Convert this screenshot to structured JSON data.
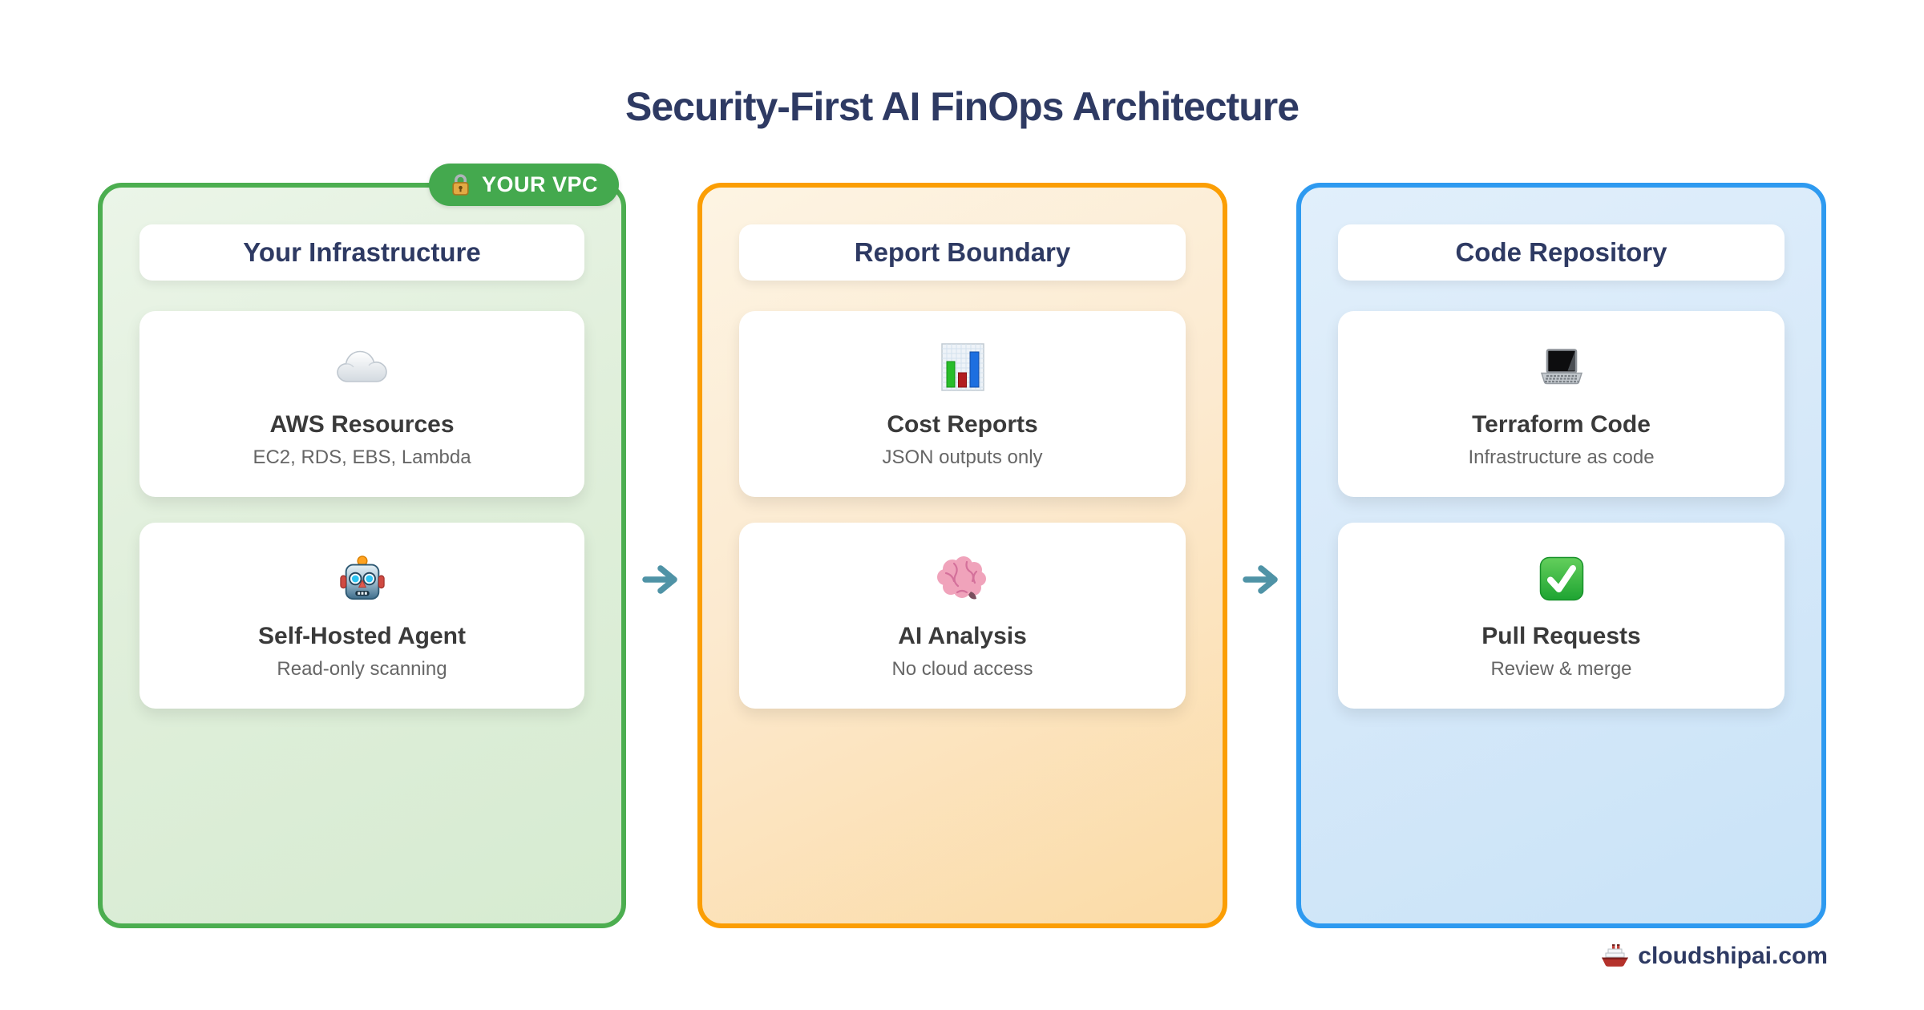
{
  "title": "Security-First AI FinOps Architecture",
  "badge": {
    "label": "YOUR VPC",
    "icon": "lock-icon",
    "color": "#44a94e"
  },
  "columns": [
    {
      "header": "Your Infrastructure",
      "accent": "#4cae50",
      "cards": [
        {
          "icon": "cloud-icon",
          "title": "AWS Resources",
          "subtitle": "EC2, RDS, EBS, Lambda"
        },
        {
          "icon": "robot-icon",
          "title": "Self-Hosted Agent",
          "subtitle": "Read-only scanning"
        }
      ]
    },
    {
      "header": "Report Boundary",
      "accent": "#fb9e04",
      "cards": [
        {
          "icon": "bar-chart-icon",
          "title": "Cost Reports",
          "subtitle": "JSON outputs only"
        },
        {
          "icon": "brain-icon",
          "title": "AI Analysis",
          "subtitle": "No cloud access"
        }
      ]
    },
    {
      "header": "Code Repository",
      "accent": "#2e9af0",
      "cards": [
        {
          "icon": "laptop-icon",
          "title": "Terraform Code",
          "subtitle": "Infrastructure as code"
        },
        {
          "icon": "check-icon",
          "title": "Pull Requests",
          "subtitle": "Review & merge"
        }
      ]
    }
  ],
  "arrows": {
    "icon": "arrow-right-icon",
    "color": "#4f93a6",
    "count": 2
  },
  "footer": {
    "label": "cloudshipai.com",
    "icon": "ship-icon"
  },
  "colors": {
    "title_text": "#2e3a63",
    "card_title": "#3a3a3a",
    "card_subtitle": "#666666",
    "green_border": "#4cae50",
    "orange_border": "#fb9e04",
    "blue_border": "#2e9af0",
    "arrow": "#4f93a6",
    "background": "#ffffff"
  }
}
